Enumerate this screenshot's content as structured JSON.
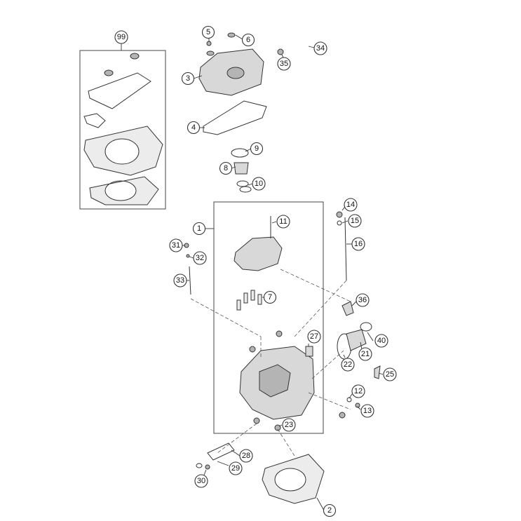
{
  "diagram": {
    "background": "#ffffff",
    "line_color": "#333333",
    "callouts": [
      {
        "id": "c99",
        "label": "99"
      },
      {
        "id": "c5",
        "label": "5"
      },
      {
        "id": "c6",
        "label": "6"
      },
      {
        "id": "c34",
        "label": "34"
      },
      {
        "id": "c35",
        "label": "35"
      },
      {
        "id": "c3",
        "label": "3"
      },
      {
        "id": "c4",
        "label": "4"
      },
      {
        "id": "c9",
        "label": "9"
      },
      {
        "id": "c8",
        "label": "8"
      },
      {
        "id": "c10",
        "label": "10"
      },
      {
        "id": "c14",
        "label": "14"
      },
      {
        "id": "c15",
        "label": "15"
      },
      {
        "id": "c1",
        "label": "1"
      },
      {
        "id": "c11",
        "label": "11"
      },
      {
        "id": "c16",
        "label": "16"
      },
      {
        "id": "c31",
        "label": "31"
      },
      {
        "id": "c32",
        "label": "32"
      },
      {
        "id": "c33",
        "label": "33"
      },
      {
        "id": "c7",
        "label": "7"
      },
      {
        "id": "c36",
        "label": "36"
      },
      {
        "id": "c27",
        "label": "27"
      },
      {
        "id": "c40",
        "label": "40"
      },
      {
        "id": "c21",
        "label": "21"
      },
      {
        "id": "c22",
        "label": "22"
      },
      {
        "id": "c25",
        "label": "25"
      },
      {
        "id": "c12",
        "label": "12"
      },
      {
        "id": "c13",
        "label": "13"
      },
      {
        "id": "c23",
        "label": "23"
      },
      {
        "id": "c28",
        "label": "28"
      },
      {
        "id": "c29",
        "label": "29"
      },
      {
        "id": "c30",
        "label": "30"
      },
      {
        "id": "c2",
        "label": "2"
      }
    ]
  }
}
